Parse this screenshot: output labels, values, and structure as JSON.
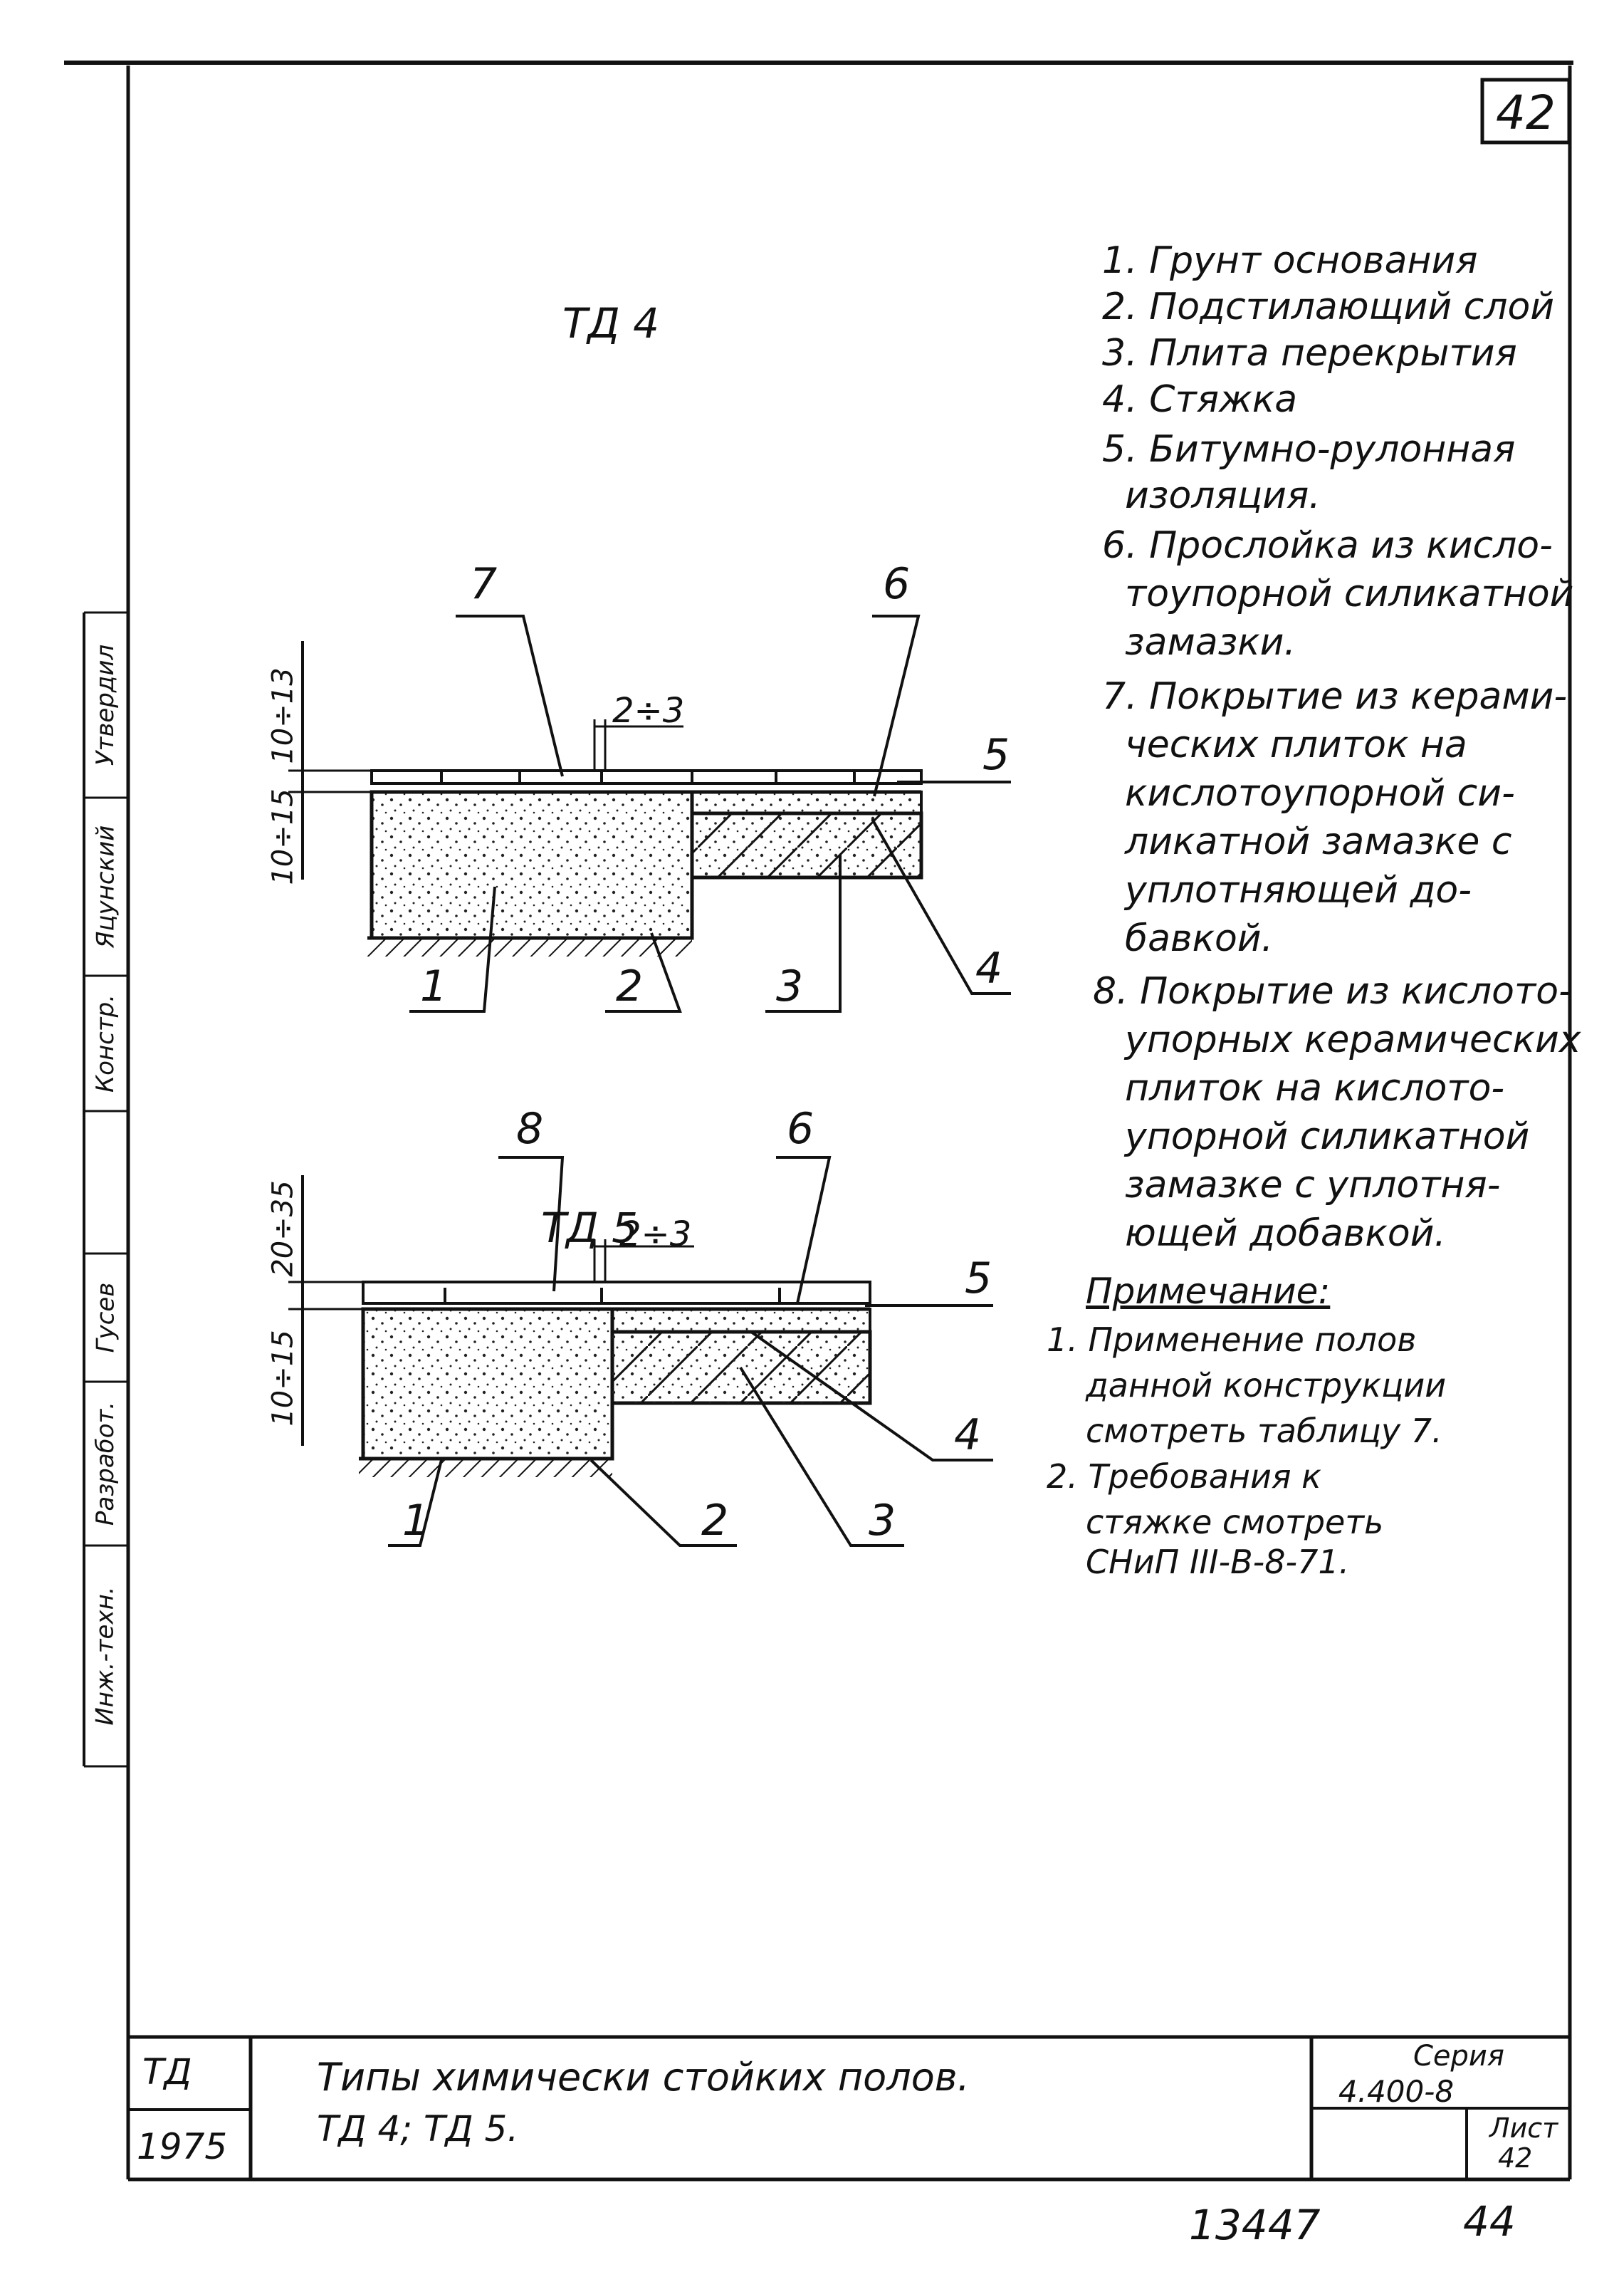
{
  "sheet": {
    "corner_number": "42",
    "bottom_numbers": [
      "13447",
      "44"
    ]
  },
  "details": [
    {
      "title": "ТД 4",
      "dims": {
        "joint": "2÷3",
        "left_low": "10÷15",
        "left_high": "10÷13"
      },
      "callouts": [
        "7",
        "6",
        "5",
        "4",
        "1",
        "2",
        "3"
      ]
    },
    {
      "title": "ТД 5",
      "dims": {
        "joint": "2÷3",
        "left_low": "10÷15",
        "left_high": "20÷35"
      },
      "callouts": [
        "8",
        "6",
        "5",
        "4",
        "1",
        "2",
        "3"
      ]
    }
  ],
  "legend": [
    "1. Грунт основания",
    "2. Подстилающий слой",
    "3. Плита перекрытия",
    "4. Стяжка",
    "5. Битумно-рулонная",
    "изоляция.",
    "6. Прослойка из кисло-",
    "тоупорной силикатной",
    "замазки.",
    "7. Покрытие из керами-",
    "ческих плиток на",
    "кислотоупорной си-",
    "ликатной замазке с",
    "уплотняющей до-",
    "бавкой.",
    "8. Покрытие из кислото-",
    "упорных керамических",
    "плиток на кислото-",
    "упорной силикатной",
    "замазке с уплотня-",
    "ющей добавкой."
  ],
  "notes": {
    "heading": "Примечание:",
    "lines": [
      "1. Применение полов",
      "данной конструкции",
      "смотреть таблицу 7.",
      "2. Требования к",
      "стяжке смотреть",
      "СНиП III-В-8-71."
    ]
  },
  "side_stamp": [
    "Инж.-техн.",
    "Разработ.",
    "Гусев",
    "Констр.",
    "Яцунский",
    "Утвердил"
  ],
  "title_block": {
    "code": "ТД",
    "year": "1975",
    "title_line1": "Типы химически стойких полов.",
    "title_line2": "ТД 4; ТД 5.",
    "series_label": "Серия",
    "series_value": "4.400-8",
    "sheet_label": "Лист",
    "sheet_value": "42"
  }
}
